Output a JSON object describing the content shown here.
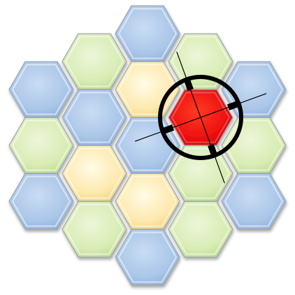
{
  "colors": {
    "blue": [
      "#c9dcf3",
      "#aac6e8",
      "#8daed8"
    ],
    "green": [
      "#edf6d9",
      "#d9ecb4",
      "#b8d78a"
    ],
    "yellow": [
      "#fffbe6",
      "#fde9ad",
      "#e9cf7a"
    ],
    "red": [
      "#ff3b22",
      "#ee1111",
      "#c90000"
    ],
    "edge": "#9aa3ad",
    "reticle": "#000000"
  },
  "hex_grid": {
    "rows": [
      [
        "blue"
      ],
      [
        "green",
        "green"
      ],
      [
        "blue",
        "yellow",
        "blue"
      ],
      [
        "blue",
        "red"
      ],
      [
        "green",
        "blue",
        "green"
      ],
      [
        "yellow",
        "green"
      ],
      [
        "blue",
        "yellow",
        "blue"
      ],
      [
        "green",
        "green"
      ],
      [
        "blue"
      ]
    ],
    "selected": "red"
  },
  "reticle": {
    "shape": "crosshair-circle",
    "target_color": "red"
  }
}
